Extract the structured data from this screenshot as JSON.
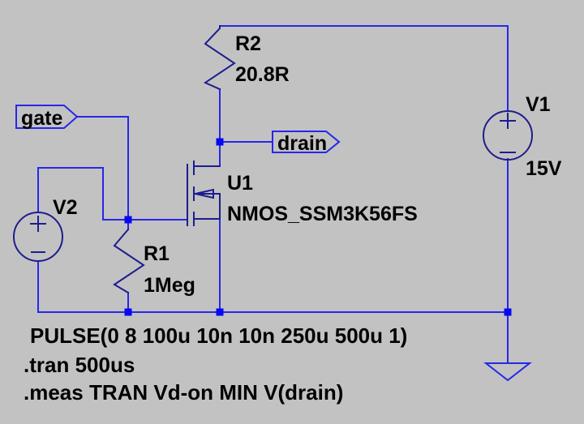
{
  "colors": {
    "background": "#c2c2c2",
    "wire": "#2727e8",
    "symbol": "#1d1d8f",
    "junction": "#0808f0",
    "text": "#000000"
  },
  "components": {
    "r2": {
      "designator": "R2",
      "value": "20.8R"
    },
    "r1": {
      "designator": "R1",
      "value": "1Meg"
    },
    "v1": {
      "designator": "V1",
      "value": "15V"
    },
    "v2": {
      "designator": "V2",
      "value": "PULSE(0 8 100u 10n 10n 250u 500u 1)"
    },
    "u1": {
      "designator": "U1",
      "value": "NMOS_SSM3K56FS"
    }
  },
  "net_labels": {
    "gate": "gate",
    "drain": "drain"
  },
  "directives": {
    "tran": ".tran 500us",
    "meas": ".meas TRAN Vd-on MIN V(drain)"
  }
}
